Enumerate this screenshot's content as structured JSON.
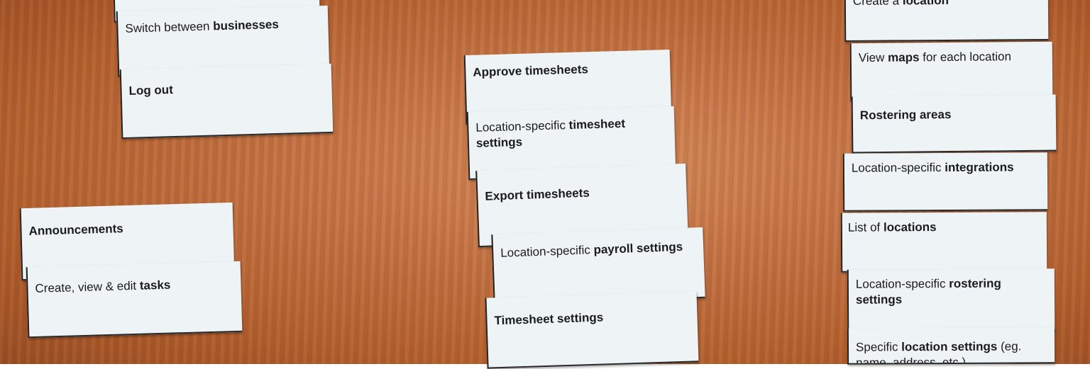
{
  "cards": [
    {
      "pre": "Create a ",
      "bold": "location",
      "post": ""
    },
    {
      "pre": "Switch between ",
      "bold": "businesses",
      "post": ""
    },
    {
      "pre": "",
      "bold": "Log out",
      "post": ""
    },
    {
      "pre": "",
      "bold": "Announcements",
      "post": ""
    },
    {
      "pre": "Create, view & edit ",
      "bold": "tasks",
      "post": ""
    },
    {
      "pre": "",
      "bold": "Approve timesheets",
      "post": ""
    },
    {
      "pre": "Location-specific ",
      "bold": "timesheet settings",
      "post": ""
    },
    {
      "pre": "",
      "bold": "Export timesheets",
      "post": ""
    },
    {
      "pre": "Location-specific ",
      "bold": "payroll settings",
      "post": ""
    },
    {
      "pre": "",
      "bold": "Timesheet settings",
      "post": ""
    },
    {
      "pre": "View ",
      "bold": "maps",
      "post": " for each location"
    },
    {
      "pre": "",
      "bold": "Rostering areas",
      "post": ""
    },
    {
      "pre": "Location-specific ",
      "bold": "integrations",
      "post": ""
    },
    {
      "pre": "List of ",
      "bold": "locations",
      "post": ""
    },
    {
      "pre": "Location-specific ",
      "bold": "rostering settings",
      "post": ""
    },
    {
      "pre": "Specific ",
      "bold": "location settings",
      "post": " (eg. name, address, etc.)"
    }
  ]
}
